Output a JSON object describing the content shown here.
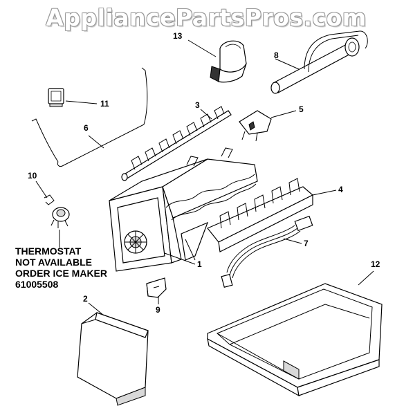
{
  "watermark": "AppliancePartsPros.com",
  "note": {
    "line1": "THERMOSTAT",
    "line2": "NOT AVAILABLE",
    "line3": "ORDER ICE MAKER",
    "line4": "61005508"
  },
  "callouts": {
    "c1": "1",
    "c2": "2",
    "c3": "3",
    "c4": "4",
    "c5": "5",
    "c6": "6",
    "c7": "7",
    "c8": "8",
    "c9": "9",
    "c10": "10",
    "c11": "11",
    "c12": "12",
    "c13": "13"
  }
}
